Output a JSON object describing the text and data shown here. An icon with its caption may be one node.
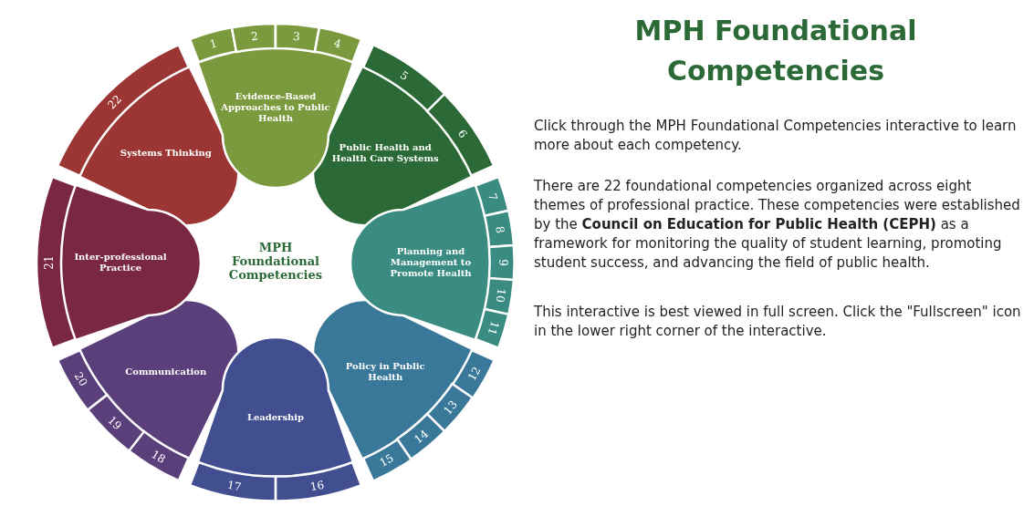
{
  "diagram": {
    "title": "MPH Foundational Competencies",
    "nodes": [
      {
        "text": [
          "Evidence-Based Approaches to Public Health"
        ]
      },
      {
        "text": [
          "Public Health and Health Care Systems"
        ]
      },
      {
        "text": [
          "Planning and Management to Promote Health"
        ]
      },
      {
        "text": [
          "Policy in Public Health"
        ]
      },
      {
        "text": [
          "Leadership"
        ]
      },
      {
        "text": [
          "Communication"
        ]
      },
      {
        "text": [
          "Inter-professional Practice"
        ]
      },
      {
        "text": [
          "Systems Thinking"
        ]
      },
      {
        "text": [
          "1"
        ],
        "in": 0
      },
      {
        "text": [
          "2"
        ],
        "in": 0
      },
      {
        "text": [
          "3"
        ],
        "in": 0
      },
      {
        "text": [
          "4"
        ],
        "in": 0
      },
      {
        "text": [
          "5"
        ],
        "in": 1
      },
      {
        "text": [
          "6"
        ],
        "in": 1
      },
      {
        "text": [
          "7"
        ],
        "in": 2
      },
      {
        "text": [
          "8"
        ],
        "in": 2
      },
      {
        "text": [
          "9"
        ],
        "in": 2
      },
      {
        "text": [
          "10"
        ],
        "in": 2
      },
      {
        "text": [
          "11"
        ],
        "in": 2
      },
      {
        "text": [
          "12"
        ],
        "in": 3
      },
      {
        "text": [
          "13"
        ],
        "in": 3
      },
      {
        "text": [
          "14"
        ],
        "in": 3
      },
      {
        "text": [
          "15"
        ],
        "in": 3
      },
      {
        "text": [
          "16"
        ],
        "in": 4
      },
      {
        "text": [
          "17"
        ],
        "in": 4
      },
      {
        "text": [
          "18"
        ],
        "in": 5
      },
      {
        "text": [
          "19"
        ],
        "in": 5
      },
      {
        "text": [
          "20"
        ],
        "in": 5
      },
      {
        "text": [
          "21"
        ],
        "in": 6
      },
      {
        "text": [
          "22"
        ],
        "in": 7
      }
    ],
    "labels": [
      "MPH Foundational Competencies",
      "Click through the MPH Foundational Competencies interactive to learn more about each competency.",
      "There are 22 foundational competencies organized across eight themes of professional practice. These competencies were established by the **Council on Education for Public Health (CEPH)** as a framework for monitoring the quality of student learning, promoting student success, and advancing the field of public health.",
      "This interactive is best viewed in full screen. Click the \"Fullscreen\" icon in the lower right corner of the interactive."
    ]
  }
}
